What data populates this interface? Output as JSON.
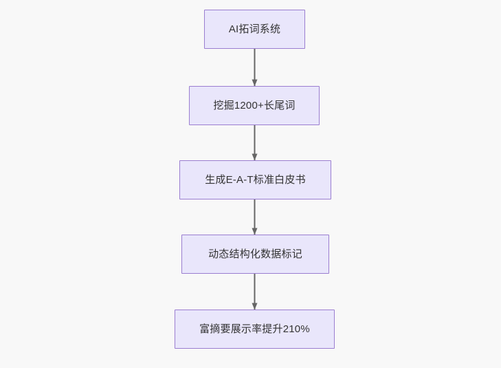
{
  "diagram": {
    "type": "flowchart",
    "orientation": "top-to-bottom",
    "background_color": "#f8f8f8",
    "node_fill_color": "#e9e6fb",
    "node_border_color": "#9a7dd0",
    "node_text_color": "#333333",
    "edge_color": "#666666",
    "nodes": [
      {
        "id": "n1",
        "label": "AI拓词系统"
      },
      {
        "id": "n2",
        "label": "挖掘1200+长尾词"
      },
      {
        "id": "n3",
        "label": "生成E-A-T标准白皮书"
      },
      {
        "id": "n4",
        "label": "动态结构化数据标记"
      },
      {
        "id": "n5",
        "label": "富摘要展示率提升210%"
      }
    ],
    "edges": [
      {
        "from": "n1",
        "to": "n2",
        "arrow": "arrow-down-icon",
        "label": ""
      },
      {
        "from": "n2",
        "to": "n3",
        "arrow": "arrow-down-icon",
        "label": ""
      },
      {
        "from": "n3",
        "to": "n4",
        "arrow": "arrow-down-icon",
        "label": ""
      },
      {
        "from": "n4",
        "to": "n5",
        "arrow": "arrow-down-icon",
        "label": ""
      }
    ]
  }
}
